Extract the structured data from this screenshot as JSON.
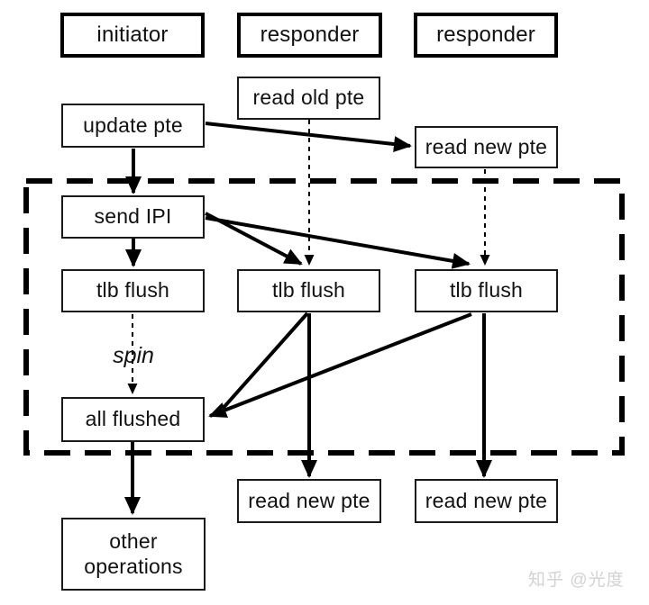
{
  "diagram": {
    "title_hint": "TLB flush IPI sequence diagram",
    "headers": {
      "initiator": "initiator",
      "responder1": "responder",
      "responder2": "responder"
    },
    "nodes": {
      "read_old_pte": "read old pte",
      "update_pte": "update pte",
      "read_new_pte_top": "read new pte",
      "send_ipi": "send IPI",
      "tlb_flush_initiator": "tlb flush",
      "tlb_flush_responder1": "tlb flush",
      "tlb_flush_responder2": "tlb flush",
      "spin": "spin",
      "all_flushed": "all flushed",
      "read_new_pte_responder1": "read new pte",
      "read_new_pte_responder2": "read new pte",
      "other_operations": "other operations"
    },
    "edges": [
      {
        "from": "update pte",
        "to": "send IPI",
        "style": "solid"
      },
      {
        "from": "update pte",
        "to": "read new pte (responder 2, top)",
        "style": "solid"
      },
      {
        "from": "read old pte",
        "to": "tlb flush (responder 1)",
        "style": "dashed"
      },
      {
        "from": "read new pte (responder 2, top)",
        "to": "tlb flush (responder 2)",
        "style": "dashed"
      },
      {
        "from": "send IPI",
        "to": "tlb flush (initiator)",
        "style": "solid"
      },
      {
        "from": "send IPI",
        "to": "tlb flush (responder 1)",
        "style": "solid"
      },
      {
        "from": "send IPI",
        "to": "tlb flush (responder 2)",
        "style": "solid"
      },
      {
        "from": "tlb flush (initiator)",
        "to": "all flushed",
        "style": "dashed",
        "label": "spin"
      },
      {
        "from": "tlb flush (responder 1)",
        "to": "all flushed",
        "style": "solid"
      },
      {
        "from": "tlb flush (responder 2)",
        "to": "all flushed",
        "style": "solid"
      },
      {
        "from": "tlb flush (responder 1)",
        "to": "read new pte (responder 1, bottom)",
        "style": "solid"
      },
      {
        "from": "tlb flush (responder 2)",
        "to": "read new pte (responder 2, bottom)",
        "style": "solid"
      },
      {
        "from": "all flushed",
        "to": "other operations",
        "style": "solid"
      }
    ],
    "colors": {
      "background": "#ffffff",
      "line": "#000000",
      "box_border_thin": "#1a1a1a",
      "box_border_thick": "#000000",
      "text": "#111111",
      "watermark": "#d2d2d2"
    },
    "watermark": "知乎 @光度"
  }
}
